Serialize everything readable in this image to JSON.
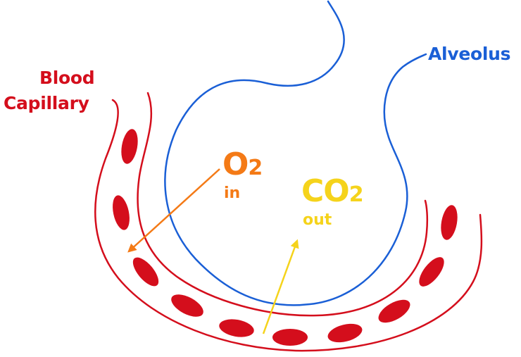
{
  "labels": {
    "capillary_line1": "Blood",
    "capillary_line2": "Capillary",
    "alveolus": "Alveolus",
    "oxygen_main": "O",
    "oxygen_sub": "2",
    "oxygen_direction": "in",
    "carbon_dioxide_main": "CO",
    "carbon_dioxide_sub": "2",
    "carbon_dioxide_direction": "out"
  },
  "colors": {
    "capillary": "#d40e1c",
    "red_blood_cell": "#d40e1c",
    "alveolus": "#1a5fd6",
    "oxygen": "#f47a16",
    "carbon_dioxide": "#f5d31b",
    "background": "#ffffff"
  }
}
